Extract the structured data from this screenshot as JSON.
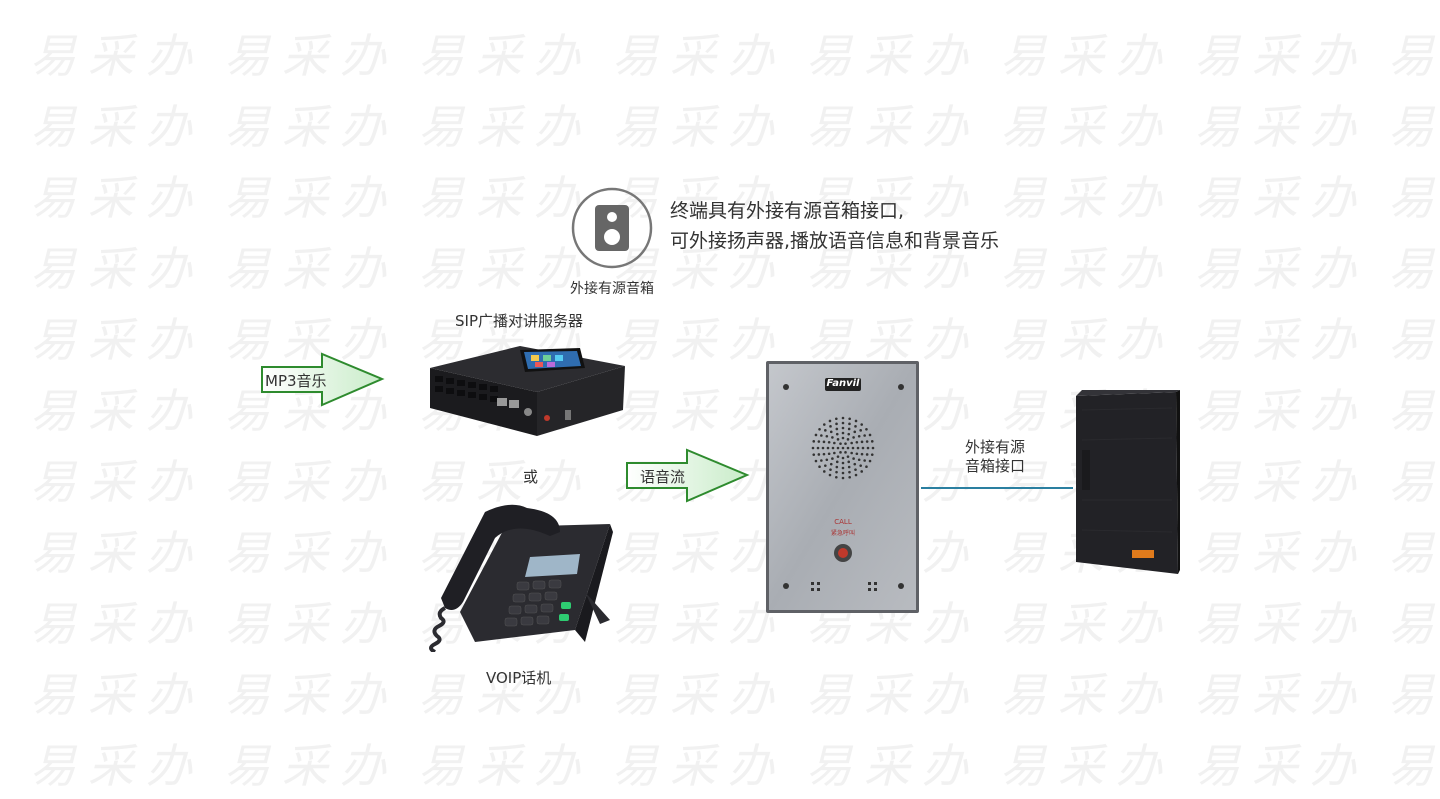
{
  "watermark": {
    "text": [
      "易",
      "采",
      "办"
    ]
  },
  "feature": {
    "icon": "speaker-icon",
    "caption": "外接有源音箱",
    "description_line1": "终端具有外接有源音箱接口,",
    "description_line2": "可外接扬声器,播放语音信息和背景音乐"
  },
  "sources": {
    "server_label": "SIP广播对讲服务器",
    "or_label": "或",
    "phone_label": "VOIP话机"
  },
  "arrows": {
    "mp3": "MP3音乐",
    "stream": "语音流"
  },
  "terminal": {
    "brand": "Fanvil",
    "call_text": "CALL",
    "call_text_cn": "紧急呼叫"
  },
  "connection": {
    "label_line1": "外接有源",
    "label_line2": "音箱接口"
  },
  "colors": {
    "arrow_fill_light": "#ffffff",
    "arrow_fill_dark": "#c9ecc9",
    "arrow_stroke": "#2e8b2e",
    "connector_line": "#2a7fa0",
    "watermark": "#f1f1f1"
  }
}
